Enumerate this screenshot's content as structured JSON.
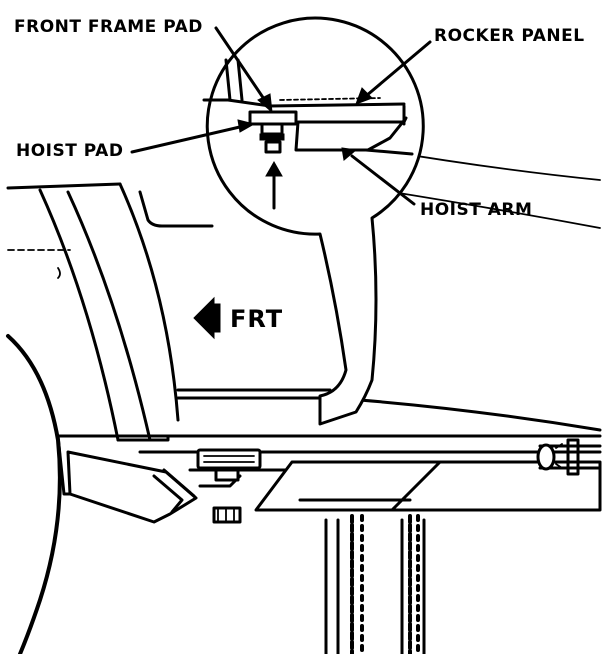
{
  "labels": {
    "front_frame_pad": "FRONT FRAME PAD",
    "rocker_panel": "ROCKER PANEL",
    "hoist_pad": "HOIST PAD",
    "hoist_arm": "HOIST ARM",
    "frt": "FRT"
  },
  "colors": {
    "ink": "#000000",
    "paper": "#ffffff"
  }
}
